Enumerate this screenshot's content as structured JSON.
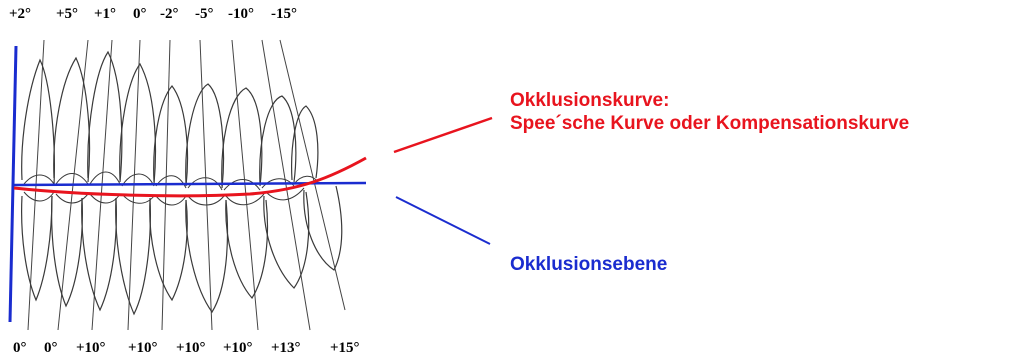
{
  "top_angles": [
    "+2°",
    "+5°",
    "+1°",
    "0°",
    "-2°",
    "-5°",
    "-10°",
    "-15°"
  ],
  "bottom_angles": [
    "0°",
    "0°",
    "+10°",
    "+10°",
    "+10°",
    "+10°",
    "+13°",
    "+15°"
  ],
  "curve_label": {
    "line1": "Okklusionskurve:",
    "line2": "Spee´sche Kurve oder  Kompensationskurve",
    "color": "#e8141e"
  },
  "plane_label": {
    "text": "Okklusionsebene",
    "color": "#1a2ccf"
  },
  "colors": {
    "curve": "#e8141e",
    "plane": "#1a2ccf",
    "drawing": "#3a3a3a"
  }
}
